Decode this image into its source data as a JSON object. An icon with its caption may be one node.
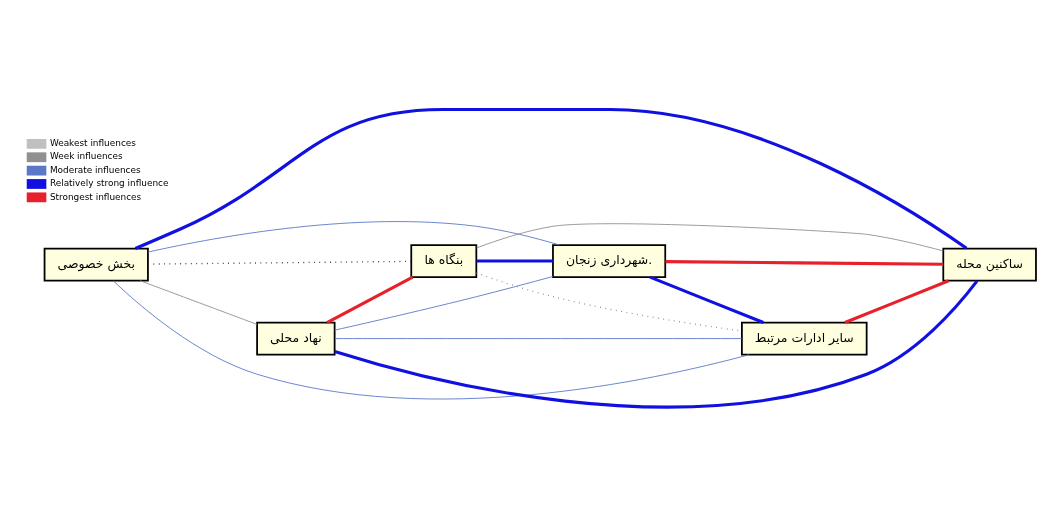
{
  "diagram": {
    "nodes": [
      {
        "text": [
          "بخش خصوصی"
        ]
      },
      {
        "text": [
          "ساکنین محله"
        ]
      },
      {
        "text": [
          "شهرداری زنجان."
        ]
      },
      {
        "text": [
          "نهاد محلی"
        ]
      },
      {
        "text": [
          "بنگاه ها"
        ]
      },
      {
        "text": [
          "سایر ادارات مرتبط"
        ]
      }
    ],
    "edges": [
      {
        "from": 0,
        "to": 1,
        "arrow": "none",
        "style": "thick"
      },
      {
        "from": 0,
        "to": 2,
        "arrow": "none",
        "color": "#5a78c8"
      },
      {
        "from": 0,
        "to": 5,
        "arrow": "none",
        "color": "#5a78c8"
      },
      {
        "from": 0,
        "to": 3,
        "arrow": "none",
        "color": "#909090"
      },
      {
        "from": 0,
        "to": 4,
        "arrow": "none",
        "style": "dashed",
        "color": "#303030"
      },
      {
        "from": 2,
        "to": 1,
        "arrow": "none",
        "style": "thick",
        "color": "#e8202a"
      },
      {
        "from": 3,
        "to": 1,
        "arrow": "none",
        "style": "thick"
      },
      {
        "from": 3,
        "to": 2,
        "arrow": "none",
        "color": "#5a78c8"
      },
      {
        "from": 3,
        "to": 5,
        "arrow": "none",
        "color": "#5a78c8"
      },
      {
        "from": 3,
        "to": 4,
        "arrow": "none",
        "style": "thick",
        "color": "#e8202a"
      },
      {
        "from": 4,
        "to": 2,
        "arrow": "none",
        "style": "thick"
      },
      {
        "from": 4,
        "to": 1,
        "arrow": "none",
        "color": "#909090"
      },
      {
        "from": 4,
        "to": 5,
        "arrow": "none",
        "style": "dashed",
        "color": "#909090"
      },
      {
        "from": 2,
        "to": 5,
        "arrow": "none",
        "style": "thick"
      },
      {
        "from": 5,
        "to": 1,
        "arrow": "none",
        "style": "thick",
        "color": "#e8202a"
      }
    ],
    "legend": [
      {
        "text": "Weakest influences"
      },
      {
        "text": "Week influences"
      },
      {
        "text": "Moderate influences"
      },
      {
        "text": "Relatively strong influence"
      },
      {
        "text": "Strongest influences"
      }
    ]
  }
}
